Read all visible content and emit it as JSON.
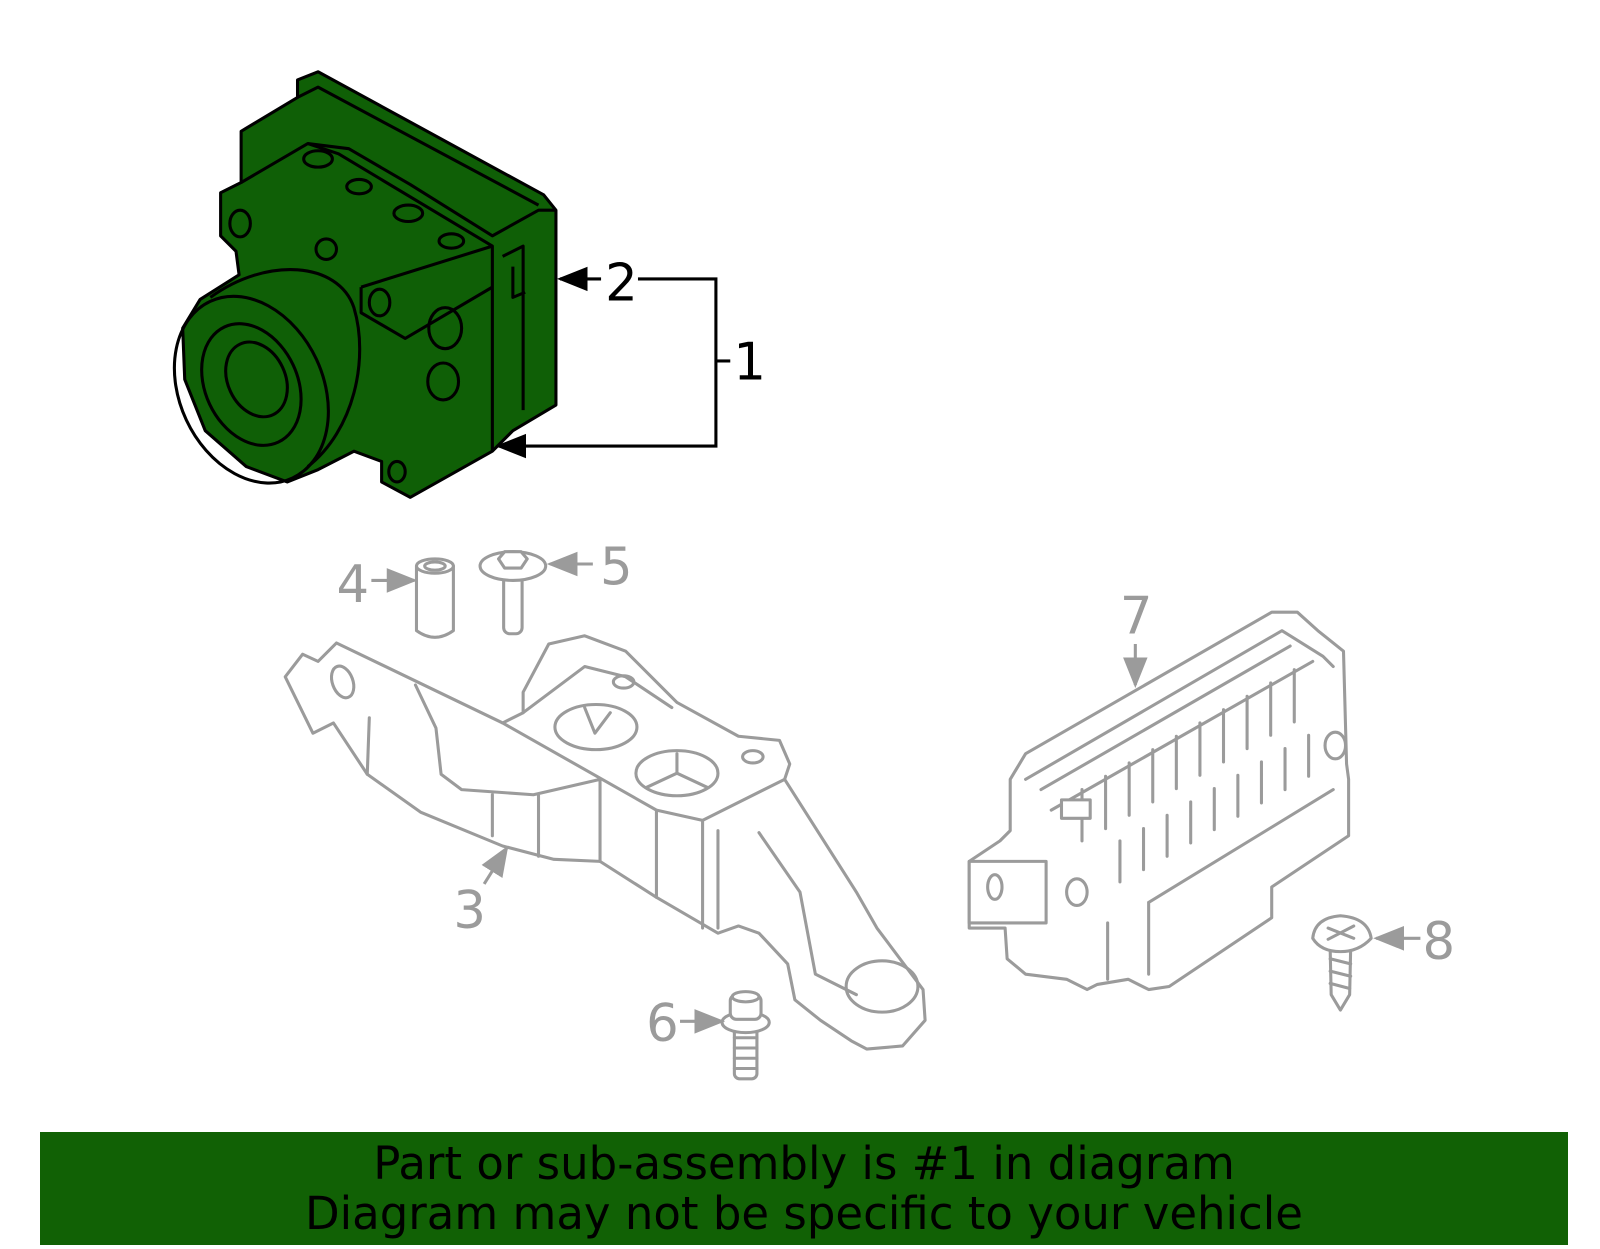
{
  "callouts": {
    "c1": "1",
    "c2": "2",
    "c3": "3",
    "c4": "4",
    "c5": "5",
    "c6": "6",
    "c7": "7",
    "c8": "8"
  },
  "colors": {
    "highlight": "#116105",
    "outline_grey": "#9b9b9b"
  },
  "banner": {
    "line1": "Part or sub-assembly is #1 in diagram",
    "line2": "Diagram may not be specific to your vehicle"
  }
}
